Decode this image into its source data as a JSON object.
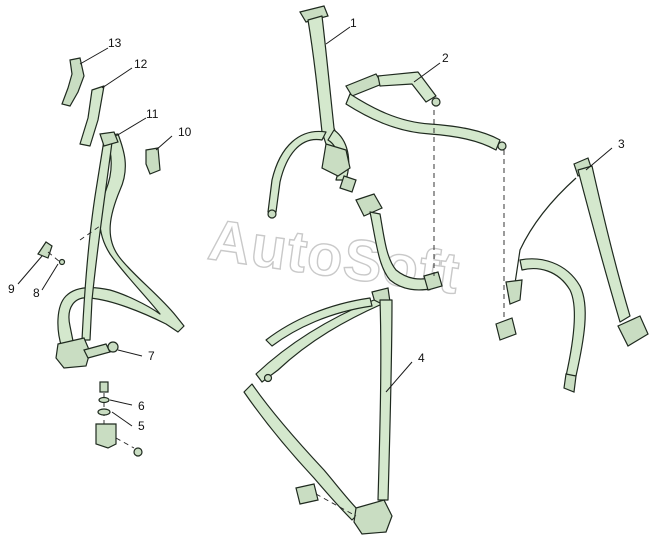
{
  "watermark": "AutoSoft",
  "callouts": {
    "c1": "1",
    "c2": "2",
    "c3": "3",
    "c4": "4",
    "c5": "5",
    "c6": "6",
    "c7": "7",
    "c8": "8",
    "c9": "9",
    "c10": "10",
    "c11": "11",
    "c12": "12",
    "c13": "13"
  },
  "colors": {
    "belt_fill": "#d4e8cd",
    "outline": "#1f2a1f",
    "watermark_outline": "#c9c9c9"
  }
}
